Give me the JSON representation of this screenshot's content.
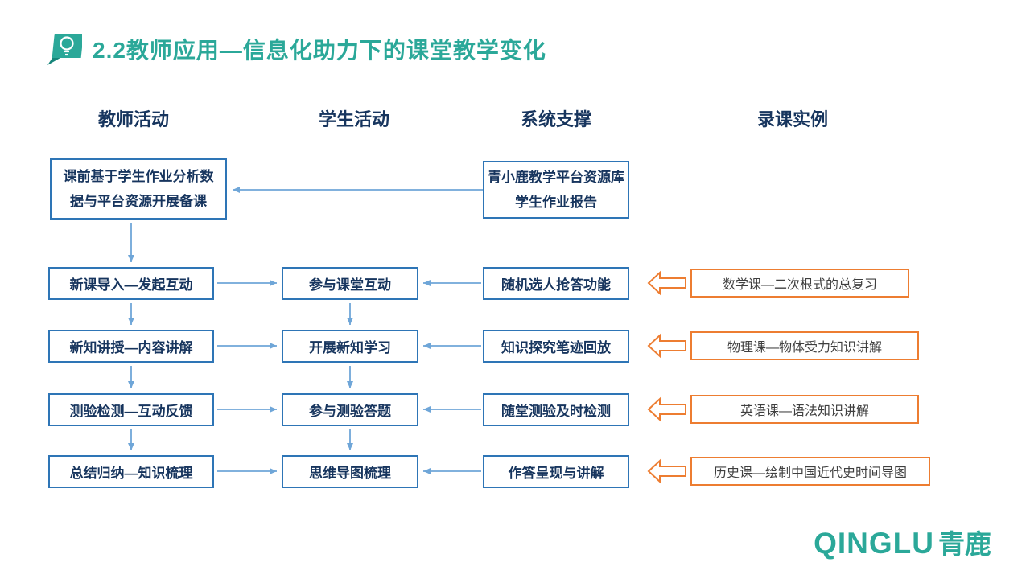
{
  "title": "2.2教师应用—信息化助力下的课堂教学变化",
  "headers": [
    "教师活动",
    "学生活动",
    "系统支撑",
    "录课实例"
  ],
  "teacher": {
    "prep_line1": "课前基于学生作业分析数",
    "prep_line2": "据与平台资源开展备课",
    "steps": [
      "新课导入—发起互动",
      "新知讲授—内容讲解",
      "测验检测—互动反馈",
      "总结归纳—知识梳理"
    ]
  },
  "student": {
    "steps": [
      "参与课堂互动",
      "开展新知学习",
      "参与测验答题",
      "思维导图梳理"
    ]
  },
  "system": {
    "top_line1": "青小鹿教学平台资源库",
    "top_line2": "学生作业报告",
    "steps": [
      "随机选人抢答功能",
      "知识探究笔迹回放",
      "随堂测验及时检测",
      "作答呈现与讲解"
    ]
  },
  "examples": [
    "数学课—二次根式的总复习",
    "物理课—物体受力知识讲解",
    "英语课—语法知识讲解",
    "历史课—绘制中国近代史时间导图"
  ],
  "logo": {
    "en": "QINGLU",
    "zh": "青鹿"
  },
  "colors": {
    "teal": "#2BA899",
    "navy": "#17355E",
    "box-border": "#2E75B6",
    "arrow": "#6FA6D8",
    "orange": "#ED7D31",
    "example-text": "#3F3F3F"
  }
}
